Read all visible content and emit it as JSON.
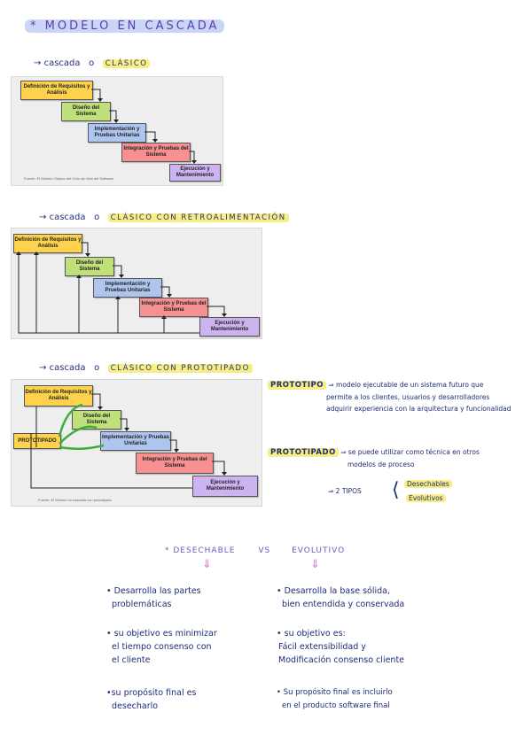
{
  "title": "* MODELO  EN  CASCADA",
  "sections": [
    {
      "arrow": "→",
      "prefix": "cascada",
      "conj": "o",
      "tag": "CLÁSICO"
    },
    {
      "arrow": "→",
      "prefix": "cascada",
      "conj": "o",
      "tag": "CLÁSICO  CON  RETROALIMENTACIÓN"
    },
    {
      "arrow": "→",
      "prefix": "cascada",
      "conj": "o",
      "tag": "CLÁSICO  CON  PROTOTIPADO"
    }
  ],
  "diagram1": {
    "boxes": [
      "Definición de Requisitos y Análisis",
      "Diseño del Sistema",
      "Implementación y Pruebas Unitarias",
      "Integración y Pruebas del Sistema",
      "Ejecución y Mantenimiento"
    ],
    "caption": "Fuente: El Modelo Clásico del Ciclo de Vida del Software"
  },
  "diagram2": {
    "boxes": [
      "Definición de Requisitos y Análisis",
      "Diseño del Sistema",
      "Implementación y Pruebas Unitarias",
      "Integración y Pruebas del Sistema",
      "Ejecución y Mantenimiento"
    ]
  },
  "diagram3": {
    "boxes": [
      "Definición de Requisitos y Análisis",
      "Diseño del Sistema",
      "Implementación y Pruebas Unitarias",
      "Integración y Pruebas del Sistema",
      "Ejecución y Mantenimiento"
    ],
    "prototipo": "PROTOTIPADO",
    "caption": "Fuente: El Modelo en cascada con prototipado"
  },
  "notes": {
    "prototipo_label": "PROTOTIPO",
    "prototipo_arrow": "⇒",
    "prototipo_text": [
      "modelo ejecutable de un sistema futuro que",
      "permite a los clientes, usuarios y desarrolladores",
      "adquirir experiencia con la arquitectura y funcionalidad"
    ],
    "prototipado_label": "PROTOTIPADO",
    "prototipado_arrow": "⇒",
    "prototipado_text": [
      "se puede utilizar como técnica en otros",
      "modelos de proceso"
    ],
    "tipos_label": "⇒ 2 TIPOS",
    "tipos": [
      "Desechables",
      "Evolutivos"
    ]
  },
  "comparison": {
    "header_left": "* DESECHABLE",
    "header_vs": "VS",
    "header_right": "EVOLUTIVO",
    "down_arrow": "⇓",
    "left": [
      [
        "• Desarrolla las partes",
        "problemáticas"
      ],
      [
        "• su objetivo es minimizar",
        "el tiempo consenso con",
        "el cliente"
      ],
      [
        "•su propósito final es",
        "desecharlo"
      ]
    ],
    "right": [
      [
        "• Desarrolla la base sólida,",
        "bien entendida y conservada"
      ],
      [
        "• su objetivo es:",
        "Fácil extensibilidad y",
        "Modificación consenso cliente"
      ],
      [
        "• Su propósito final es incluirlo",
        "en el producto software final"
      ]
    ]
  }
}
